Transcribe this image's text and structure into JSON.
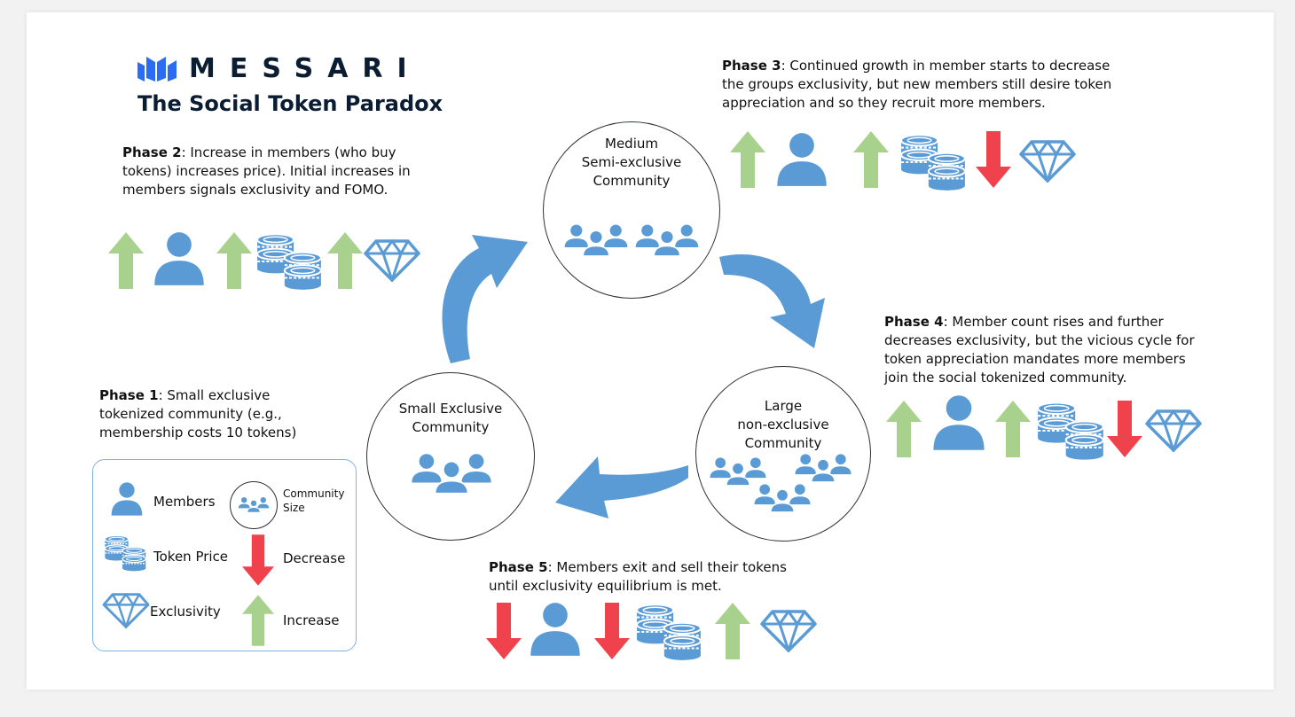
{
  "brand": {
    "wordmark": "MESSARI",
    "logo_icon": "messari-logo-icon"
  },
  "title": "The Social Token Paradox",
  "phases": {
    "p1": {
      "label": "Phase 1",
      "text": ": Small exclusive tokenized community (e.g., membership costs 10 tokens)"
    },
    "p2": {
      "label": "Phase 2",
      "text": ": Increase in members (who buy tokens) increases price). Initial increases in members signals exclusivity and FOMO."
    },
    "p3": {
      "label": "Phase 3",
      "text": ": Continued growth in member starts to decrease the groups exclusivity, but new members still desire token appreciation and so they recruit more members."
    },
    "p4": {
      "label": "Phase 4",
      "text": ": Member count rises and further decreases exclusivity, but the vicious cycle for token appreciation mandates more members join the social tokenized community."
    },
    "p5": {
      "label": "Phase 5",
      "text": ": Members exit and sell their tokens until exclusivity equilibrium is met."
    }
  },
  "circles": {
    "small": "Small Exclusive\nCommunity",
    "medium": "Medium\nSemi-exclusive\nCommunity",
    "large": "Large\nnon-exclusive\nCommunity"
  },
  "legend": {
    "members": "Members",
    "community_line1": "Community",
    "community_line2": "Size",
    "token_price": "Token Price",
    "decrease": "Decrease",
    "exclusivity": "Exclusivity",
    "increase": "Increase"
  },
  "icon_rows": {
    "phase2": [
      "up",
      "member",
      "up",
      "coins",
      "up",
      "diamond"
    ],
    "phase3": [
      "up",
      "member",
      "up",
      "coins",
      "down",
      "diamond"
    ],
    "phase4": [
      "up",
      "member",
      "up",
      "coins",
      "down",
      "diamond"
    ],
    "phase5": [
      "down",
      "member",
      "down",
      "coins",
      "up",
      "diamond"
    ]
  },
  "colors": {
    "icon_blue": "#5b9bd5",
    "arrow_up_green": "#a9d18e",
    "arrow_down_red": "#f0424c",
    "cycle_arrow_blue": "#5b9bd5",
    "text_dark": "#0b1d33"
  }
}
